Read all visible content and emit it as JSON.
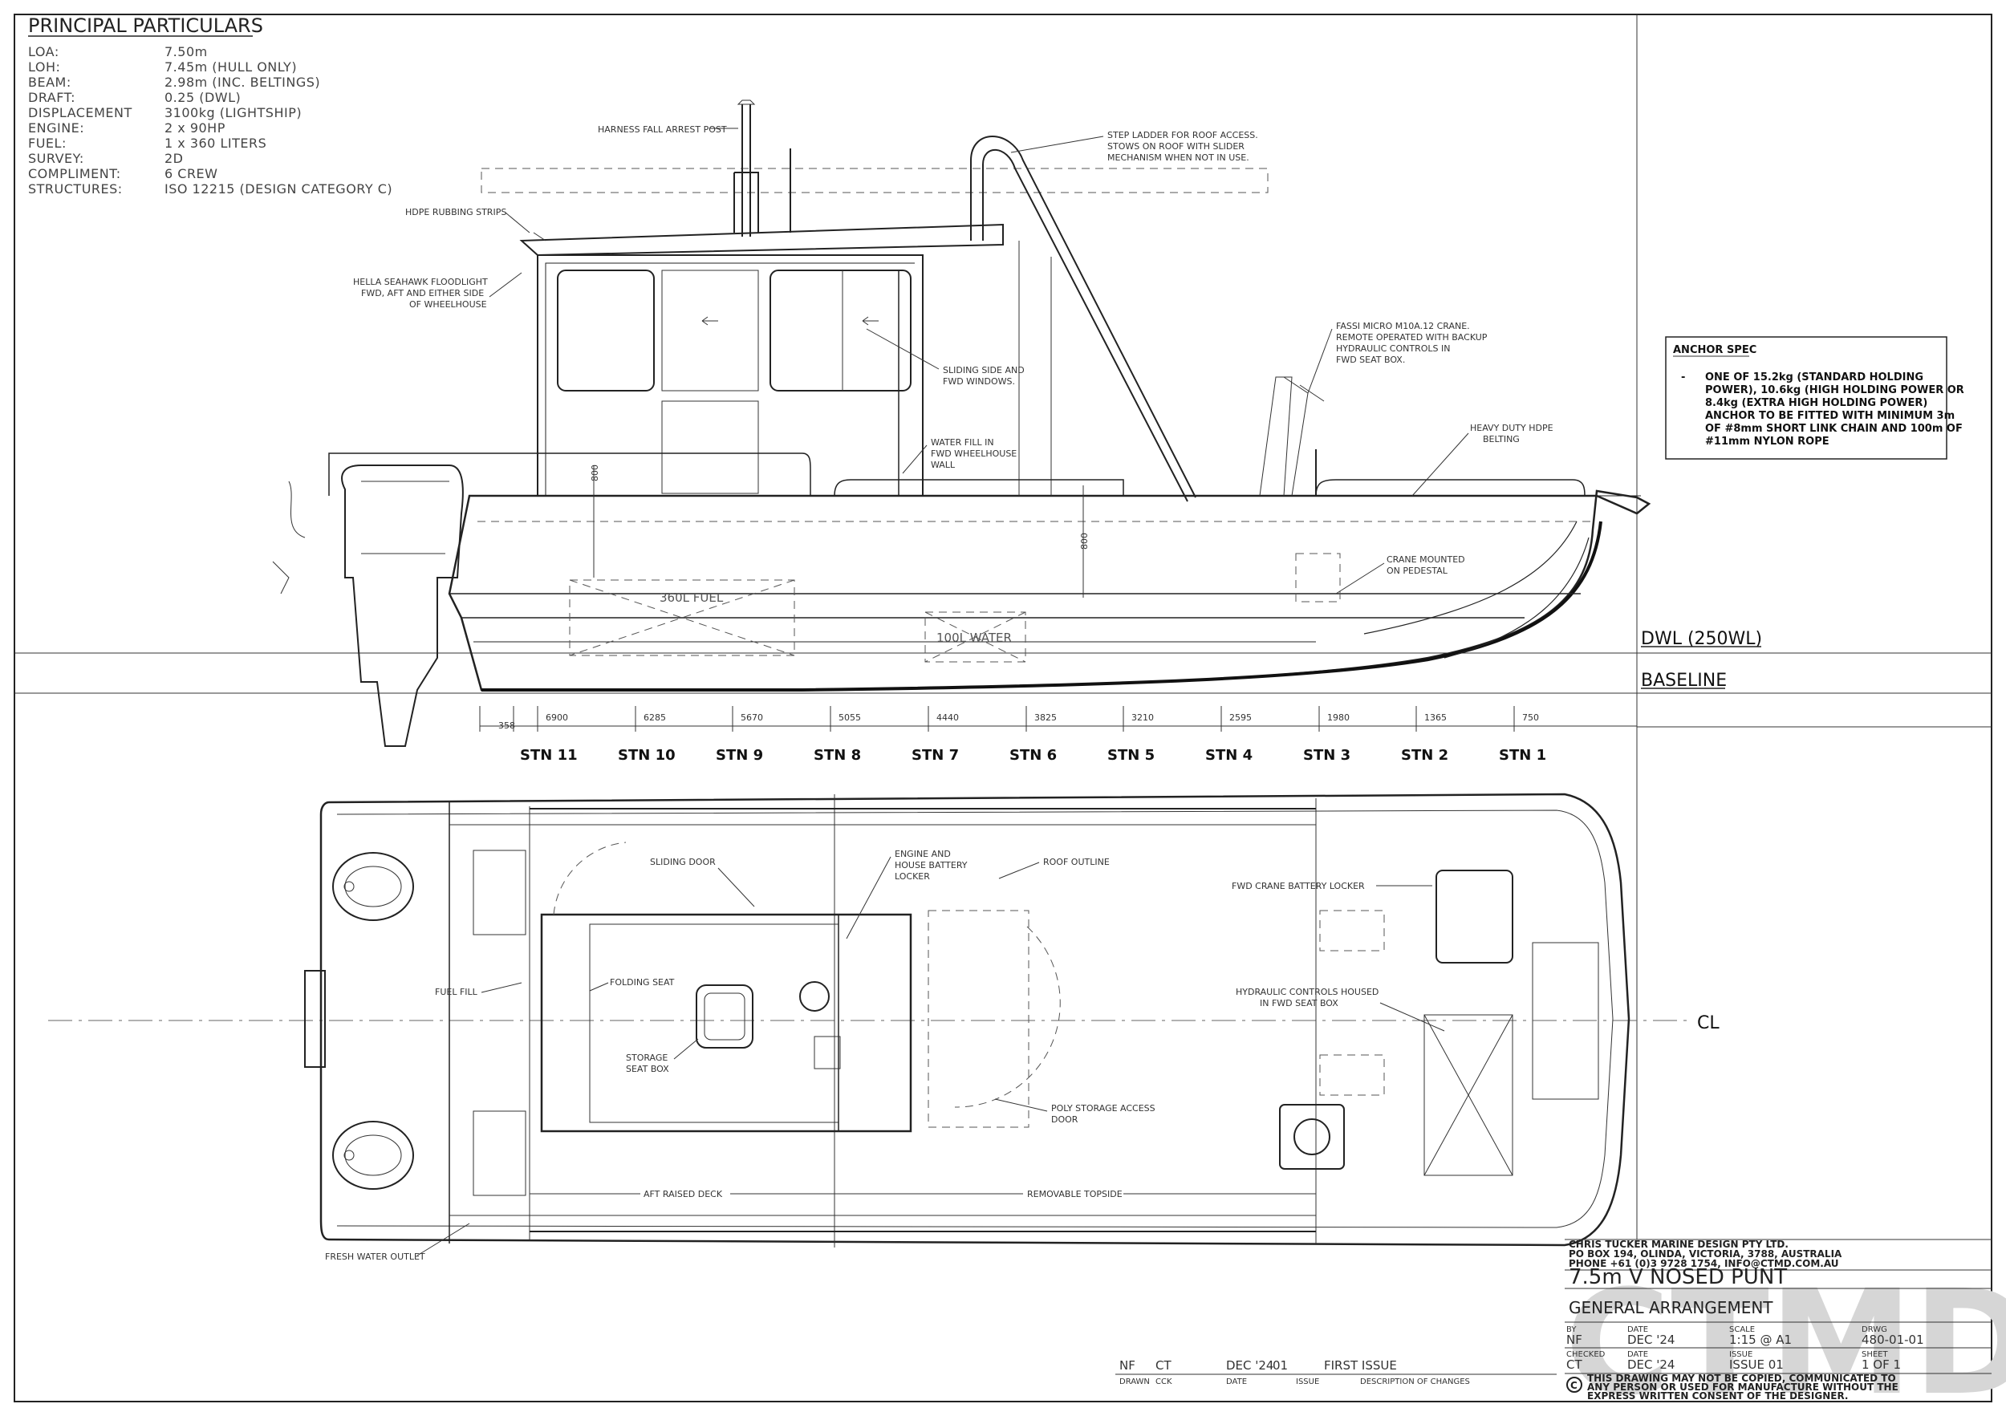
{
  "particulars": {
    "title": "PRINCIPAL PARTICULARS",
    "rows": [
      {
        "label": "LOA:",
        "value": "7.50m"
      },
      {
        "label": "LOH:",
        "value": "7.45m (HULL ONLY)"
      },
      {
        "label": "BEAM:",
        "value": "2.98m (INC. BELTINGS)"
      },
      {
        "label": "DRAFT:",
        "value": "0.25 (DWL)"
      },
      {
        "label": "DISPLACEMENT",
        "value": "3100kg (LIGHTSHIP)"
      },
      {
        "label": "ENGINE:",
        "value": "2 x 90HP"
      },
      {
        "label": "FUEL:",
        "value": "1 x 360 LITERS"
      },
      {
        "label": "SURVEY:",
        "value": "2D"
      },
      {
        "label": "COMPLIMENT:",
        "value": "6 CREW"
      },
      {
        "label": "STRUCTURES:",
        "value": "ISO 12215 (DESIGN CATEGORY C)"
      }
    ]
  },
  "profile_notes": {
    "harness": "HARNESS FALL ARREST POST",
    "step_ladder": [
      "STEP LADDER FOR ROOF ACCESS.",
      "STOWS ON ROOF WITH SLIDER",
      "MECHANISM WHEN NOT IN USE."
    ],
    "hdpe_rubbing": "HDPE RUBBING STRIPS",
    "floodlight": [
      "HELLA SEAHAWK FLOODLIGHT",
      "FWD, AFT AND EITHER SIDE",
      "OF WHEELHOUSE"
    ],
    "sliding_windows": [
      "SLIDING SIDE AND",
      "FWD WINDOWS."
    ],
    "water_fill": [
      "WATER FILL IN",
      "FWD WHEELHOUSE",
      "WALL"
    ],
    "crane": [
      "FASSI MICRO M10A.12 CRANE.",
      "REMOTE OPERATED WITH BACKUP",
      "HYDRAULIC CONTROLS IN",
      "FWD SEAT BOX."
    ],
    "belting": [
      "HEAVY DUTY HDPE",
      "BELTING"
    ],
    "crane_pedestal": [
      "CRANE MOUNTED",
      "ON PEDESTAL"
    ],
    "fuel_tank": "360L FUEL",
    "water_tank": "100L WATER",
    "dim_800_a": "800",
    "dim_800_b": "800",
    "dwl": "DWL (250WL)",
    "baseline": "BASELINE"
  },
  "anchor": {
    "title": "ANCHOR SPEC",
    "bullet": "-",
    "lines": [
      "ONE OF 15.2kg (STANDARD HOLDING",
      "POWER), 10.6kg (HIGH HOLDING POWER OR",
      "8.4kg (EXTRA HIGH HOLDING POWER)",
      "ANCHOR TO BE FITTED WITH MINIMUM 3m",
      "OF #8mm SHORT LINK CHAIN AND 100m OF",
      "#11mm NYLON ROPE"
    ]
  },
  "stations": {
    "dims": [
      "358",
      "6900",
      "6285",
      "5670",
      "5055",
      "4440",
      "3825",
      "3210",
      "2595",
      "1980",
      "1365",
      "750"
    ],
    "labels": [
      "STN 11",
      "STN 10",
      "STN 9",
      "STN 8",
      "STN 7",
      "STN 6",
      "STN 5",
      "STN 4",
      "STN 3",
      "STN 2",
      "STN 1"
    ]
  },
  "plan_notes": {
    "sliding_door": "SLIDING DOOR",
    "engine_locker": [
      "ENGINE AND",
      "HOUSE BATTERY",
      "LOCKER"
    ],
    "roof_outline": "ROOF OUTLINE",
    "fwd_crane_battery": "FWD CRANE BATTERY LOCKER",
    "fuel_fill": "FUEL FILL",
    "folding_seat": "FOLDING SEAT",
    "storage_seat": [
      "STORAGE",
      "SEAT BOX"
    ],
    "hydraulic": [
      "HYDRAULIC CONTROLS HOUSED",
      "IN FWD SEAT BOX"
    ],
    "centreline": "CL",
    "poly_storage": [
      "POLY STORAGE ACCESS",
      "DOOR"
    ],
    "aft_deck": "AFT RAISED DECK",
    "removable_topside": "REMOVABLE TOPSIDE",
    "fresh_water": "FRESH WATER OUTLET"
  },
  "revisions": {
    "row": {
      "drawn": "NF",
      "chk": "CT",
      "date": "DEC '24",
      "issue": "01",
      "desc": "FIRST ISSUE"
    },
    "headers": {
      "drawn": "DRAWN",
      "chk": "CCK",
      "date": "DATE",
      "issue": "ISSUE",
      "desc": "DESCRIPTION OF CHANGES"
    }
  },
  "title_block": {
    "company": [
      "CHRIS TUCKER MARINE DESIGN PTY LTD.",
      "PO BOX 194, OLINDA, VICTORIA, 3788, AUSTRALIA",
      "PHONE +61 (0)3 9728 1754, INFO@CTMD.COM.AU"
    ],
    "project": "7.5m V NOSED PUNT",
    "drawing_title": "GENERAL ARRANGEMENT",
    "by_label": "BY",
    "by": "NF",
    "date_label": "DATE",
    "date": "DEC '24",
    "scale_label": "SCALE",
    "scale": "1:15 @ A1",
    "drwg_label": "DRWG",
    "drwg": "480-01-01",
    "checked_label": "CHECKED",
    "checked": "CT",
    "date2_label": "DATE",
    "date2": "DEC '24",
    "issue_label": "ISSUE",
    "issue": "ISSUE 01",
    "sheet_label": "SHEET",
    "sheet": "1 OF 1",
    "copyright_symbol": "C",
    "copyright": [
      "THIS DRAWING MAY NOT BE COPIED, COMMUNICATED TO",
      "ANY PERSON OR USED FOR MANUFACTURE WITHOUT THE",
      "EXPRESS WRITTEN CONSENT OF THE DESIGNER."
    ],
    "logo_text": "CTMD"
  },
  "colors": {
    "line": "#222222",
    "paper": "#ffffff",
    "logo": "#d6d6d6"
  }
}
